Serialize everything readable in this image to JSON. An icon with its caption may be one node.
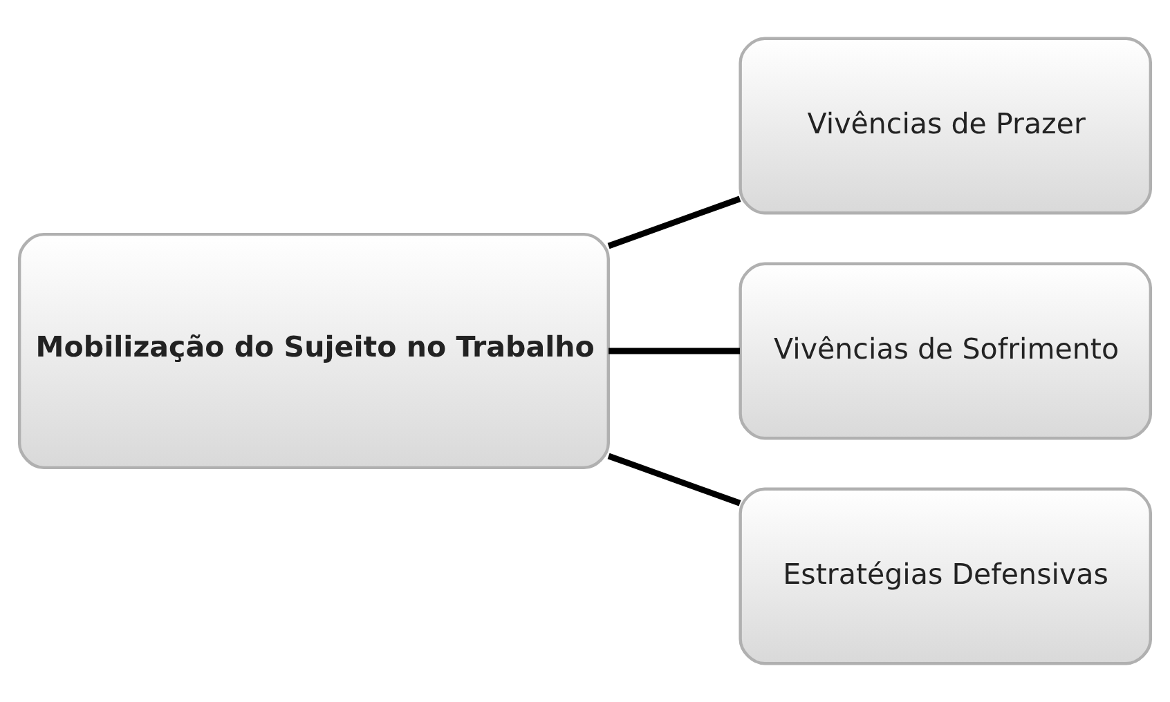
{
  "diagram": {
    "nodes": [
      {
        "text": [
          "Mobilização do Sujeito no Trabalho"
        ]
      },
      {
        "text": [
          "Vivências de Prazer"
        ]
      },
      {
        "text": [
          "Vivências de Sofrimento"
        ]
      },
      {
        "text": [
          "Estratégias Defensivas"
        ]
      }
    ],
    "edges": [
      {
        "from": 0,
        "to": 1,
        "arrow": "none"
      },
      {
        "from": 0,
        "to": 2,
        "arrow": "none"
      },
      {
        "from": 0,
        "to": 3,
        "arrow": "none"
      }
    ]
  }
}
